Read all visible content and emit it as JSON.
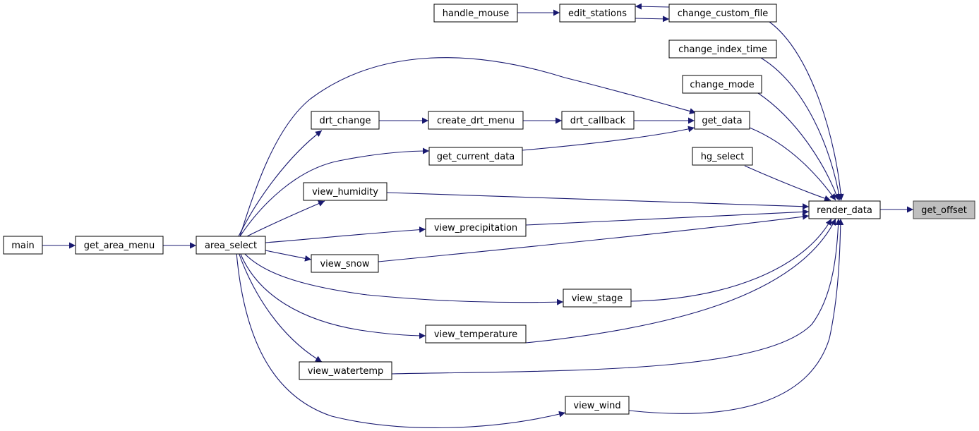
{
  "graph": {
    "title": "",
    "edge_color": "#191970",
    "highlight_fill": "#bfbfbf",
    "nodes": [
      {
        "id": "get_offset",
        "label": "get_offset",
        "highlight": true
      },
      {
        "id": "render_data",
        "label": "render_data"
      },
      {
        "id": "change_custom_file",
        "label": "change_custom_file"
      },
      {
        "id": "change_index_time",
        "label": "change_index_time"
      },
      {
        "id": "change_mode",
        "label": "change_mode"
      },
      {
        "id": "get_data",
        "label": "get_data"
      },
      {
        "id": "hg_select",
        "label": "hg_select"
      },
      {
        "id": "edit_stations",
        "label": "edit_stations"
      },
      {
        "id": "handle_mouse",
        "label": "handle_mouse"
      },
      {
        "id": "drt_callback",
        "label": "drt_callback"
      },
      {
        "id": "create_drt_menu",
        "label": "create_drt_menu"
      },
      {
        "id": "drt_change",
        "label": "drt_change"
      },
      {
        "id": "get_current_data",
        "label": "get_current_data"
      },
      {
        "id": "view_humidity",
        "label": "view_humidity"
      },
      {
        "id": "view_precipitation",
        "label": "view_precipitation"
      },
      {
        "id": "view_snow",
        "label": "view_snow"
      },
      {
        "id": "view_stage",
        "label": "view_stage"
      },
      {
        "id": "view_temperature",
        "label": "view_temperature"
      },
      {
        "id": "view_watertemp",
        "label": "view_watertemp"
      },
      {
        "id": "view_wind",
        "label": "view_wind"
      },
      {
        "id": "area_select",
        "label": "area_select"
      },
      {
        "id": "get_area_menu",
        "label": "get_area_menu"
      },
      {
        "id": "main",
        "label": "main"
      }
    ],
    "edges": [
      {
        "from": "render_data",
        "to": "get_offset"
      },
      {
        "from": "change_custom_file",
        "to": "render_data"
      },
      {
        "from": "change_index_time",
        "to": "render_data"
      },
      {
        "from": "change_mode",
        "to": "render_data"
      },
      {
        "from": "get_data",
        "to": "render_data"
      },
      {
        "from": "hg_select",
        "to": "render_data"
      },
      {
        "from": "view_humidity",
        "to": "render_data"
      },
      {
        "from": "view_precipitation",
        "to": "render_data"
      },
      {
        "from": "view_snow",
        "to": "render_data"
      },
      {
        "from": "view_stage",
        "to": "render_data"
      },
      {
        "from": "view_temperature",
        "to": "render_data"
      },
      {
        "from": "view_watertemp",
        "to": "render_data"
      },
      {
        "from": "view_wind",
        "to": "render_data"
      },
      {
        "from": "edit_stations",
        "to": "change_custom_file"
      },
      {
        "from": "change_custom_file",
        "to": "edit_stations"
      },
      {
        "from": "handle_mouse",
        "to": "edit_stations"
      },
      {
        "from": "drt_callback",
        "to": "get_data"
      },
      {
        "from": "get_current_data",
        "to": "get_data"
      },
      {
        "from": "area_select",
        "to": "get_data"
      },
      {
        "from": "create_drt_menu",
        "to": "drt_callback"
      },
      {
        "from": "drt_change",
        "to": "create_drt_menu"
      },
      {
        "from": "area_select",
        "to": "drt_change"
      },
      {
        "from": "area_select",
        "to": "get_current_data"
      },
      {
        "from": "area_select",
        "to": "view_humidity"
      },
      {
        "from": "area_select",
        "to": "view_precipitation"
      },
      {
        "from": "area_select",
        "to": "view_snow"
      },
      {
        "from": "area_select",
        "to": "view_stage"
      },
      {
        "from": "area_select",
        "to": "view_temperature"
      },
      {
        "from": "area_select",
        "to": "view_watertemp"
      },
      {
        "from": "area_select",
        "to": "view_wind"
      },
      {
        "from": "get_area_menu",
        "to": "area_select"
      },
      {
        "from": "main",
        "to": "get_area_menu"
      }
    ]
  }
}
